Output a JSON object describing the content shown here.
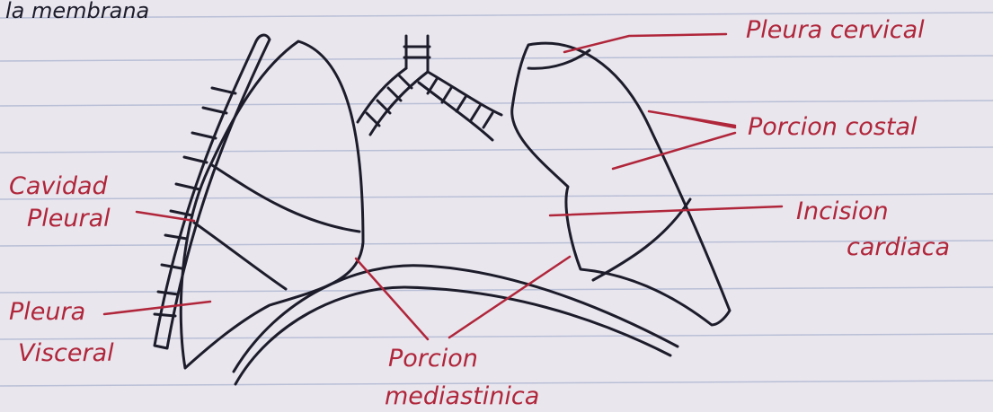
{
  "top_text": "la membrana",
  "labels": {
    "pleura_cervical": "Pleura cervical",
    "porcion_costal": "Porcion costal",
    "cavidad": "Cavidad",
    "pleural": "Pleural",
    "pleura": "Pleura",
    "visceral": "Visceral",
    "incision": "Incision",
    "cardiaca": "cardiaca",
    "porcion": "Porcion",
    "mediastinica": "mediastinica"
  },
  "colors": {
    "paper": "#e9e6ee",
    "rule_line": "#b9bfd6",
    "ink": "#1c1c2a",
    "label_red": "#b0263a"
  }
}
